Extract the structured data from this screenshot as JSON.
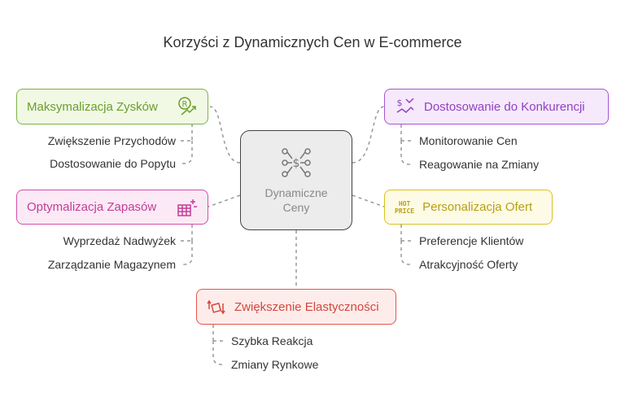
{
  "title": "Korzyści z Dynamicznych Cen w E-commerce",
  "center": {
    "line1": "Dynamiczne",
    "line2": "Ceny",
    "icon": "network-icon"
  },
  "branches": {
    "profit": {
      "label": "Maksymalizacja Zysków",
      "icon": "coin-growth-icon",
      "color": "#7cb342",
      "fill": "#f1f8e4",
      "items": [
        "Zwiększenie Przychodów",
        "Dostosowanie do Popytu"
      ]
    },
    "inventory": {
      "label": "Optymalizacja Zapasów",
      "icon": "store-icon",
      "color": "#d34fa7",
      "fill": "#fbe9f6",
      "items": [
        "Wyprzedaż Nadwyżek",
        "Zarządzanie Magazynem"
      ]
    },
    "competition": {
      "label": "Dostosowanie do Konkurencji",
      "icon": "price-change-icon",
      "color": "#a855d6",
      "fill": "#f5e9fb",
      "items": [
        "Monitorowanie Cen",
        "Reagowanie na Zmiany"
      ]
    },
    "personalization": {
      "label": "Personalizacja Ofert",
      "icon": "hot-price-icon",
      "icon_text": [
        "HOT",
        "PRICE"
      ],
      "color": "#d9c21e",
      "fill": "#fdfbe6",
      "items": [
        "Preferencje Klientów",
        "Atrakcyjność Oferty"
      ]
    },
    "flexibility": {
      "label": "Zwiększenie Elastyczności",
      "icon": "flexibility-icon",
      "color": "#e2574c",
      "fill": "#fdecea",
      "items": [
        "Szybka Reakcja",
        "Zmiany Rynkowe"
      ]
    }
  }
}
